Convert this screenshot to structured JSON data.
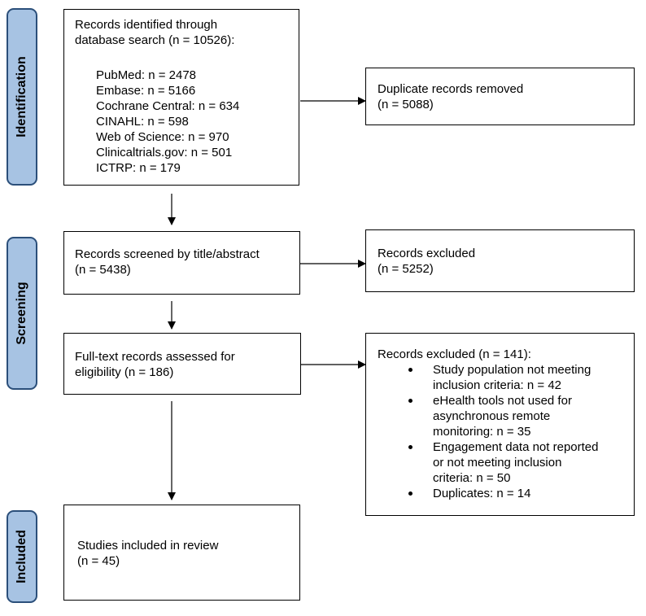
{
  "phases": {
    "identification": "Identification",
    "screening": "Screening",
    "included": "Included"
  },
  "identified": {
    "line1": "Records identified through",
    "line2": "database search (n = 10526):",
    "sources": [
      "PubMed: n = 2478",
      "Embase: n = 5166",
      "Cochrane Central: n = 634",
      "CINAHL: n = 598",
      "Web of Science: n = 970",
      "Clinicaltrials.gov: n = 501",
      "ICTRP: n = 179"
    ]
  },
  "duplicates": {
    "line1": "Duplicate records removed",
    "line2": "(n = 5088)"
  },
  "screened": {
    "line1": "Records screened by title/abstract",
    "line2": "(n = 5438)"
  },
  "excluded_screen": {
    "line1": "Records excluded",
    "line2": "(n = 5252)"
  },
  "fulltext": {
    "line1": "Full-text records assessed for",
    "line2": "eligibility (n = 186)"
  },
  "excluded_fulltext": {
    "heading": "Records excluded (n = 141):",
    "reasons": [
      [
        "Study population not meeting",
        "inclusion criteria: n = 42"
      ],
      [
        "eHealth tools not used for",
        "asynchronous remote",
        "monitoring: n = 35"
      ],
      [
        "Engagement data not reported",
        "or not meeting inclusion",
        "criteria: n = 50"
      ],
      [
        "Duplicates: n = 14"
      ]
    ]
  },
  "included": {
    "line1": "Studies included in review",
    "line2": "(n = 45)"
  }
}
